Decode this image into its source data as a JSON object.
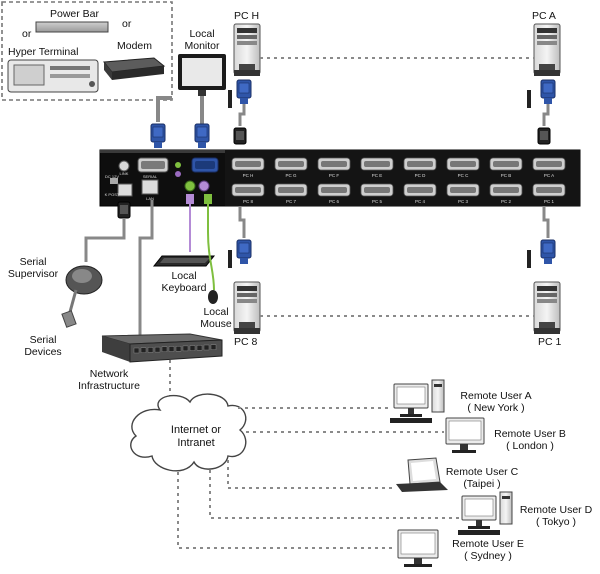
{
  "labels": {
    "power_bar": "Power Bar",
    "or1": "or",
    "or2": "or",
    "modem": "Modem",
    "hyper_terminal": "Hyper Terminal",
    "local_monitor_1": "Local",
    "local_monitor_2": "Monitor",
    "pc_h": "PC H",
    "pc_a": "PC A",
    "pc_8": "PC 8",
    "pc_1": "PC 1",
    "serial_supervisor_1": "Serial",
    "serial_supervisor_2": "Supervisor",
    "serial_devices_1": "Serial",
    "serial_devices_2": "Devices",
    "local_keyboard_1": "Local",
    "local_keyboard_2": "Keyboard",
    "local_mouse_1": "Local",
    "local_mouse_2": "Mouse",
    "network_1": "Network",
    "network_2": "Infrastructure",
    "internet_1": "Internet or",
    "internet_2": "Intranet",
    "user_a_1": "Remote User A",
    "user_a_2": "( New York )",
    "user_b_1": "Remote User B",
    "user_b_2": "( London )",
    "user_c_1": "Remote User C",
    "user_c_2": "(Taipei )",
    "user_d_1": "Remote User D",
    "user_d_2": "( Tokyo )",
    "user_e_1": "Remote User E",
    "user_e_2": "( Sydney )"
  },
  "kvm": {
    "ports_top": [
      "PC H",
      "PC G",
      "PC F",
      "PC E",
      "PC D",
      "PC C",
      "PC B",
      "PC A"
    ],
    "ports_bottom": [
      "PC 8",
      "PC 7",
      "PC 6",
      "PC 5",
      "PC 4",
      "PC 3",
      "PC 2",
      "PC 1"
    ],
    "left_labels": [
      "LINK",
      "SERIAL",
      "LAN",
      "DC 12V",
      "K POST"
    ]
  },
  "colors": {
    "cable": "#888888",
    "vga_blue": "#2f55a8",
    "device_black": "#111111",
    "dash": "#8a8a8a"
  }
}
